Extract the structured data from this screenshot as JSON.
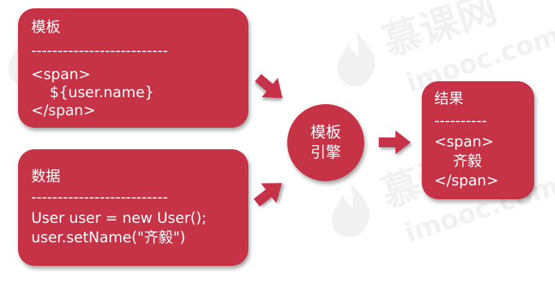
{
  "template_box": {
    "title": "模板",
    "divider": "--------------------------",
    "code": [
      "<span>",
      "    ${user.name}",
      "</span>"
    ]
  },
  "data_box": {
    "title": "数据",
    "divider": "--------------------------",
    "code": [
      "User user = new User();",
      "user.setName(\"齐毅\")"
    ]
  },
  "engine": {
    "line1": "模板",
    "line2": "引擎"
  },
  "result_box": {
    "title": "结果",
    "divider": "----------",
    "code": [
      "<span>",
      "    齐毅",
      "</span>"
    ]
  },
  "watermark": {
    "brand": "慕课网",
    "domain": "imooc.com"
  },
  "colors": {
    "box_fill": "#c63346",
    "text": "#ffffff",
    "background": "#ffffff"
  }
}
